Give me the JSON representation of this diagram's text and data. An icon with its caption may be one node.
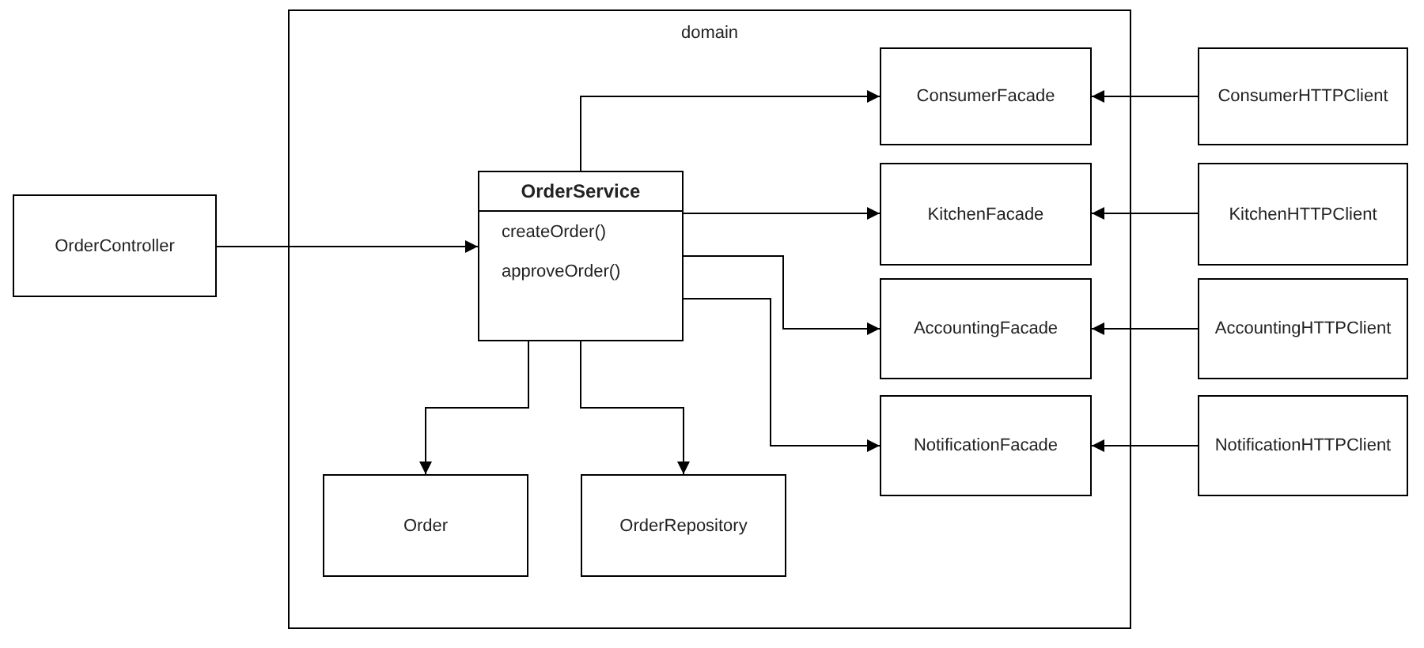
{
  "diagram": {
    "nodes": [
      {
        "text": [
          "domain"
        ]
      },
      {
        "text": [
          "OrderController"
        ]
      },
      {
        "text": [
          "OrderService",
          "createOrder()",
          "approveOrder()"
        ],
        "in": 0
      },
      {
        "text": [
          "ConsumerFacade"
        ],
        "in": 0
      },
      {
        "text": [
          "KitchenFacade"
        ],
        "in": 0
      },
      {
        "text": [
          "AccountingFacade"
        ],
        "in": 0
      },
      {
        "text": [
          "NotificationFacade"
        ],
        "in": 0
      },
      {
        "text": [
          "Order"
        ],
        "in": 0
      },
      {
        "text": [
          "OrderRepository"
        ],
        "in": 0
      },
      {
        "text": [
          "ConsumerHTTPClient"
        ]
      },
      {
        "text": [
          "KitchenHTTPClient"
        ]
      },
      {
        "text": [
          "AccountingHTTPClient"
        ]
      },
      {
        "text": [
          "NotificationHTTPClient"
        ]
      }
    ],
    "edges": [
      {
        "from": 1,
        "to": 2,
        "arrow": "to"
      },
      {
        "from": 2,
        "to": 3,
        "arrow": "to"
      },
      {
        "from": 2,
        "to": 4,
        "arrow": "to"
      },
      {
        "from": 2,
        "to": 5,
        "arrow": "to"
      },
      {
        "from": 2,
        "to": 6,
        "arrow": "to"
      },
      {
        "from": 2,
        "to": 7,
        "arrow": "to"
      },
      {
        "from": 2,
        "to": 8,
        "arrow": "to"
      },
      {
        "from": 9,
        "to": 3,
        "arrow": "to"
      },
      {
        "from": 10,
        "to": 4,
        "arrow": "to"
      },
      {
        "from": 11,
        "to": 5,
        "arrow": "to"
      },
      {
        "from": 12,
        "to": 6,
        "arrow": "to"
      }
    ]
  }
}
